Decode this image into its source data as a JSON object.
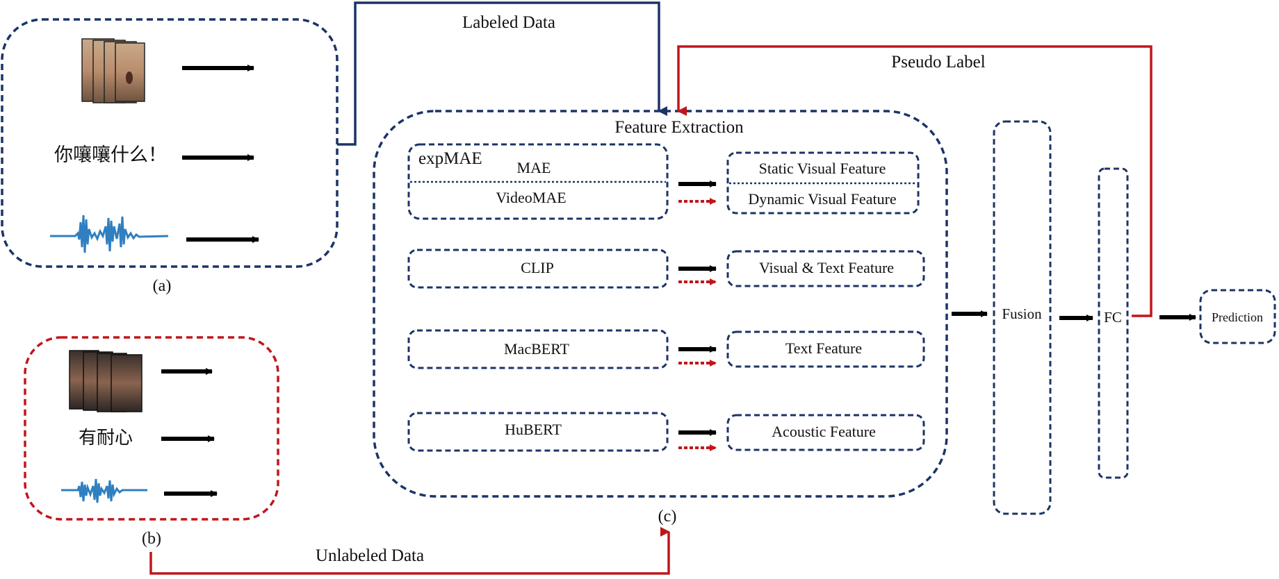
{
  "colors": {
    "navy": "#1b3467",
    "red": "#c0161b",
    "arrow": "#000000",
    "waveform": "#2f7fc1"
  },
  "labeled_data": {
    "label": "Labeled Data",
    "text_sample": "你嚷嚷什么！",
    "panel_label": "(a)",
    "icons": [
      "face-frames-icon",
      "waveform-icon"
    ]
  },
  "unlabeled_data": {
    "label": "Unlabeled Data",
    "text_sample": "有耐心",
    "panel_label": "(b)",
    "icons": [
      "face-frames-icon",
      "waveform-icon"
    ]
  },
  "pseudo_label": "Pseudo Label",
  "feature_extraction": {
    "title": "Feature Extraction",
    "panel_label": "(c)",
    "expmae_label": "expMAE",
    "encoders": [
      "MAE",
      "VideoMAE",
      "CLIP",
      "MacBERT",
      "HuBERT"
    ],
    "features": [
      "Static Visual Feature",
      "Dynamic Visual Feature",
      "Visual & Text Feature",
      "Text Feature",
      "Acoustic Feature"
    ]
  },
  "fusion_label": "Fusion",
  "fc_label": "FC",
  "prediction_label": "Prediction"
}
